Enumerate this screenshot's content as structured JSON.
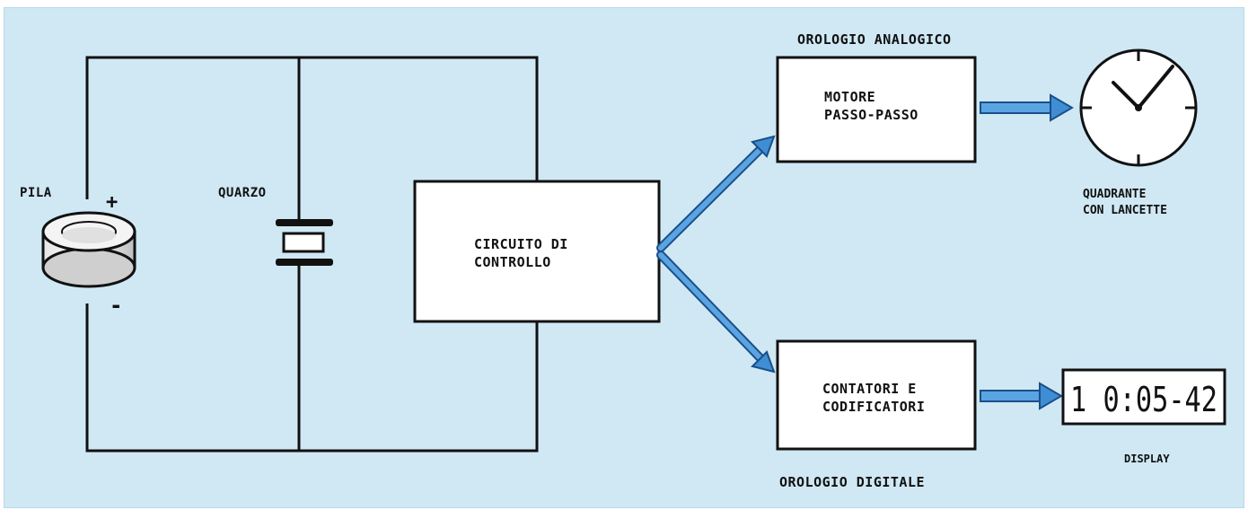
{
  "title_analog": "OROLOGIO ANALOGICO",
  "title_digital": "OROLOGIO DIGITALE",
  "battery": {
    "label": "PILA",
    "plus": "+",
    "minus": "-"
  },
  "crystal": {
    "label": "QUARZO"
  },
  "control": {
    "line1": "CIRCUITO DI",
    "line2": "CONTROLLO"
  },
  "motor": {
    "line1": "MOTORE",
    "line2": "PASSO-PASSO"
  },
  "counters": {
    "line1": "CONTATORI E",
    "line2": "CODIFICATORI"
  },
  "dial": {
    "line1": "QUADRANTE",
    "line2": "CON LANCETTE"
  },
  "display": {
    "label": "DISPLAY",
    "digits": "1 0:05-42"
  },
  "colors": {
    "background": "#cfe8f4",
    "arrow": "#3f8ed3",
    "arrow_edge": "#1b4f8a",
    "line": "#111111"
  }
}
